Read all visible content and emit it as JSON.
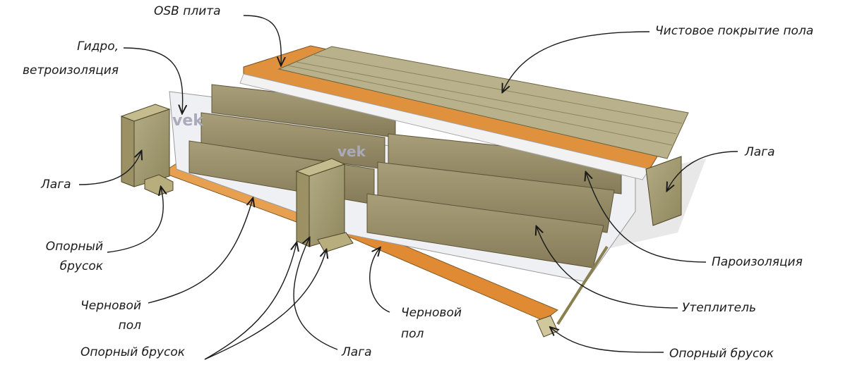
{
  "diagram": {
    "labels": {
      "osb": "OSB плита",
      "finish_floor": "Чистовое покрытие пола",
      "hydro_line1": "Гидро,",
      "hydro_line2": "ветроизоляция",
      "joist_left": "Лага",
      "joist_right": "Лага",
      "joist_bottom": "Лага",
      "support_left_line1": "Опорный",
      "support_left_line2": "брусок",
      "subfloor_left_line1": "Черновой",
      "subfloor_left_line2": "пол",
      "support_bottom": "Опорный брусок",
      "subfloor_mid_line1": "Черновой",
      "subfloor_mid_line2": "пол",
      "vapor": "Пароизоляция",
      "insulation": "Утеплитель",
      "support_right": "Опорный брусок"
    },
    "membrane_brand": "vek",
    "colors": {
      "osb": "#e0913e",
      "wood": "#a39a6e",
      "joist": "#8a7f4e",
      "insulation": "#9a8f6a",
      "membrane": "#eef0f3",
      "ink": "#1a1a1a"
    }
  }
}
